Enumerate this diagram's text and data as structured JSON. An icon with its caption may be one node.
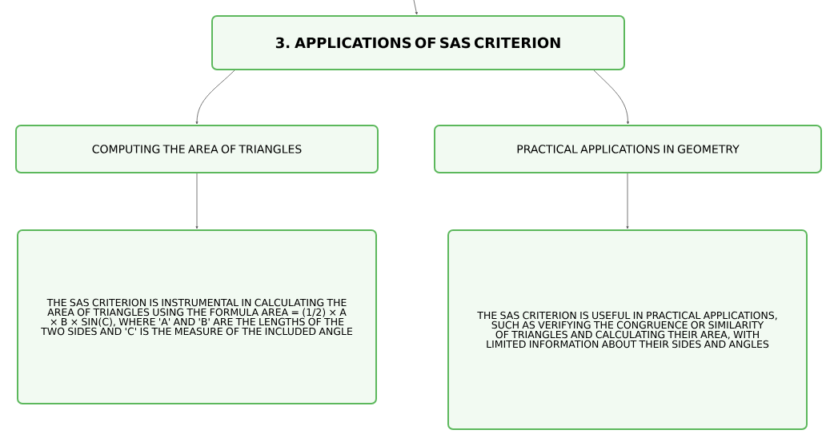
{
  "diagram": {
    "nodes": [
      {
        "text": [
          "3. APPLICATIONS OF SAS CRITERION"
        ]
      },
      {
        "text": [
          "COMPUTING THE AREA OF TRIANGLES"
        ]
      },
      {
        "text": [
          "PRACTICAL APPLICATIONS IN GEOMETRY"
        ]
      },
      {
        "text": [
          "THE SAS CRITERION IS INSTRUMENTAL IN CALCULATING THE AREA OF TRIANGLES USING THE FORMULA AREA = (1/2) × A × B × SIN(C), WHERE 'A' AND 'B' ARE THE LENGTHS OF THE TWO SIDES AND 'C' IS THE MEASURE OF THE INCLUDED ANGLE"
        ]
      },
      {
        "text": [
          "THE SAS CRITERION IS USEFUL IN PRACTICAL APPLICATIONS, SUCH AS VERIFYING THE CONGRUENCE OR SIMILARITY OF TRIANGLES AND CALCULATING THEIR AREA, WITH LIMITED INFORMATION ABOUT THEIR SIDES AND ANGLES"
        ]
      }
    ],
    "edges": [
      {
        "from": null,
        "to": 0,
        "arrow": "to"
      },
      {
        "from": 0,
        "to": 1,
        "arrow": "to"
      },
      {
        "from": 0,
        "to": 2,
        "arrow": "to"
      },
      {
        "from": 1,
        "to": 3,
        "arrow": "to"
      },
      {
        "from": 2,
        "to": 4,
        "arrow": "to"
      }
    ]
  }
}
